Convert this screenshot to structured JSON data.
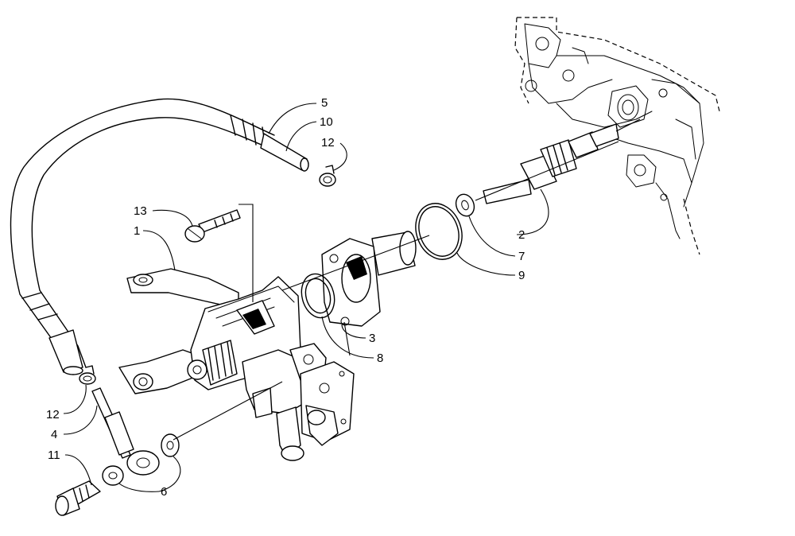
{
  "callouts": [
    {
      "id": "c1",
      "label": "1"
    },
    {
      "id": "c2",
      "label": "2"
    },
    {
      "id": "c3",
      "label": "3"
    },
    {
      "id": "c4",
      "label": "4"
    },
    {
      "id": "c5",
      "label": "5"
    },
    {
      "id": "c6",
      "label": "6"
    },
    {
      "id": "c7",
      "label": "7"
    },
    {
      "id": "c8",
      "label": "8"
    },
    {
      "id": "c9",
      "label": "9"
    },
    {
      "id": "c10",
      "label": "10"
    },
    {
      "id": "c11",
      "label": "11"
    },
    {
      "id": "c12a",
      "label": "12"
    },
    {
      "id": "c12b",
      "label": "12"
    },
    {
      "id": "c13",
      "label": "13"
    }
  ]
}
